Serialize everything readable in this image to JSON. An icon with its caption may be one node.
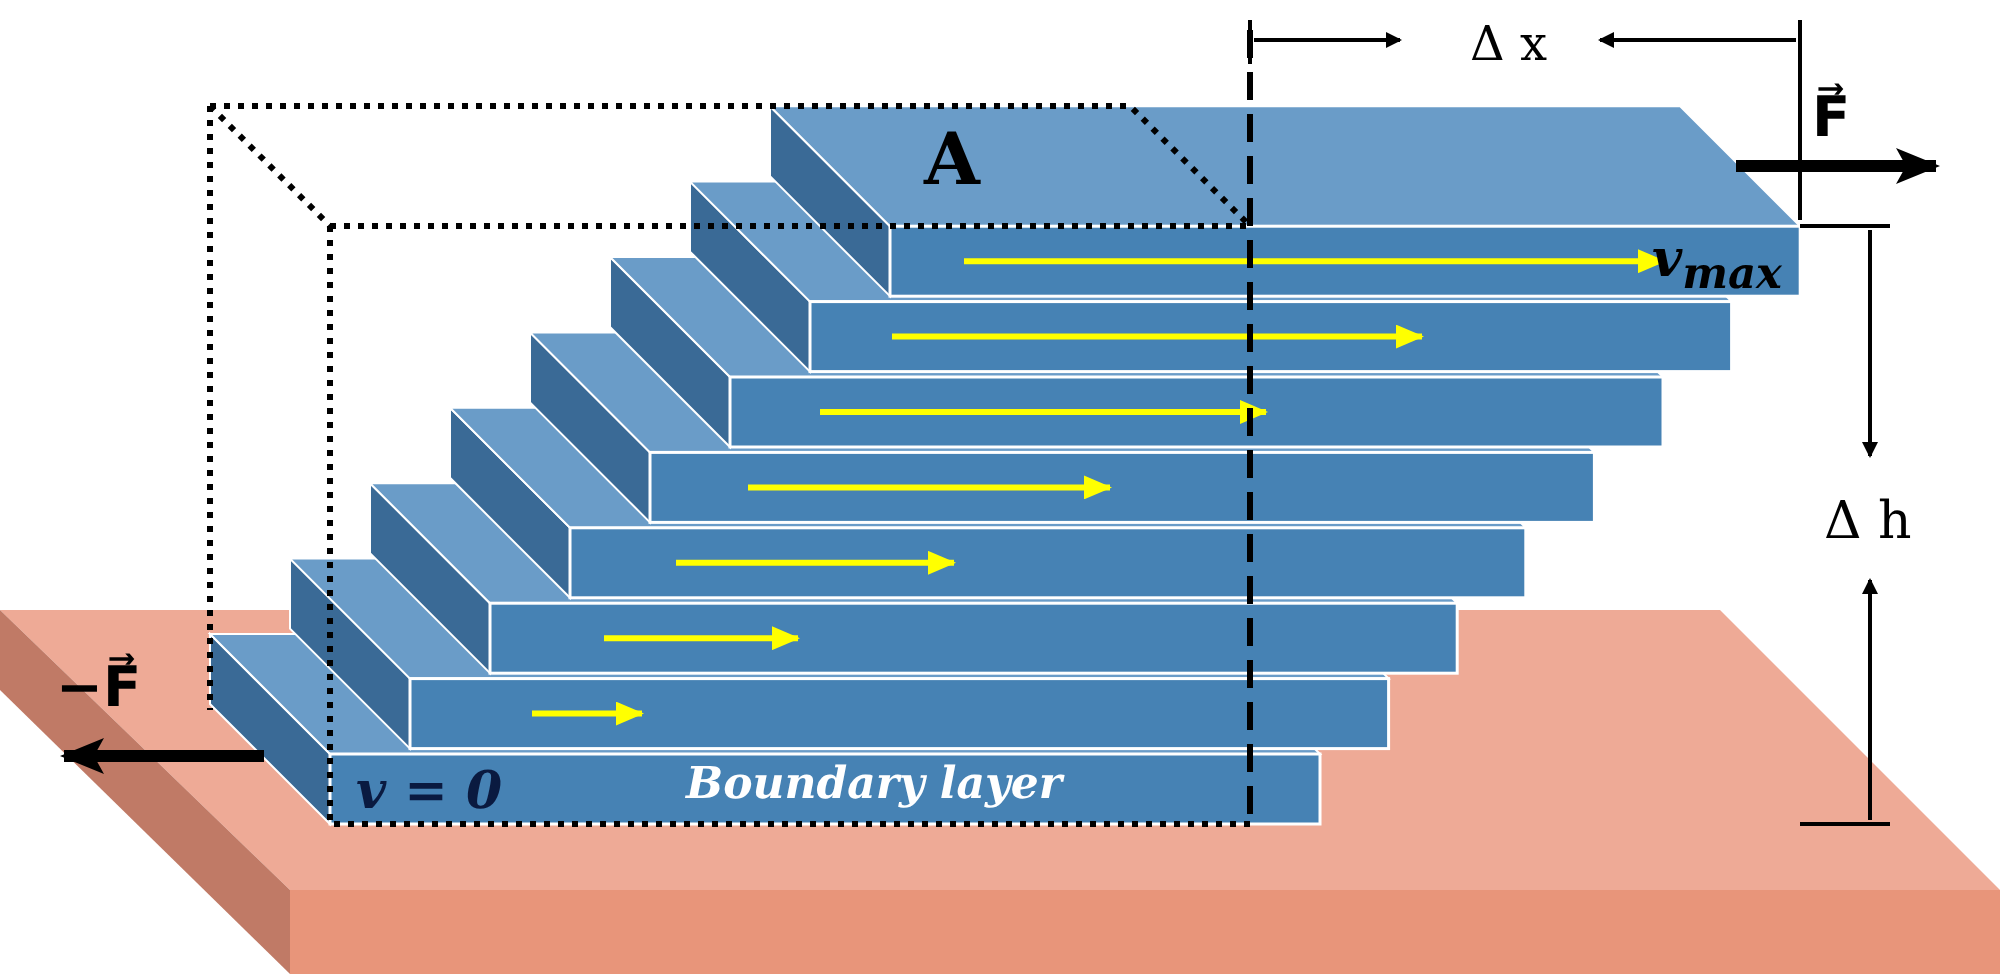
{
  "diagram": {
    "labels": [
      "Δ x",
      "F⃗",
      "A",
      "v$_{max}$",
      "Δ h",
      "−F⃗",
      "v = 0",
      "Boundary layer"
    ]
  }
}
